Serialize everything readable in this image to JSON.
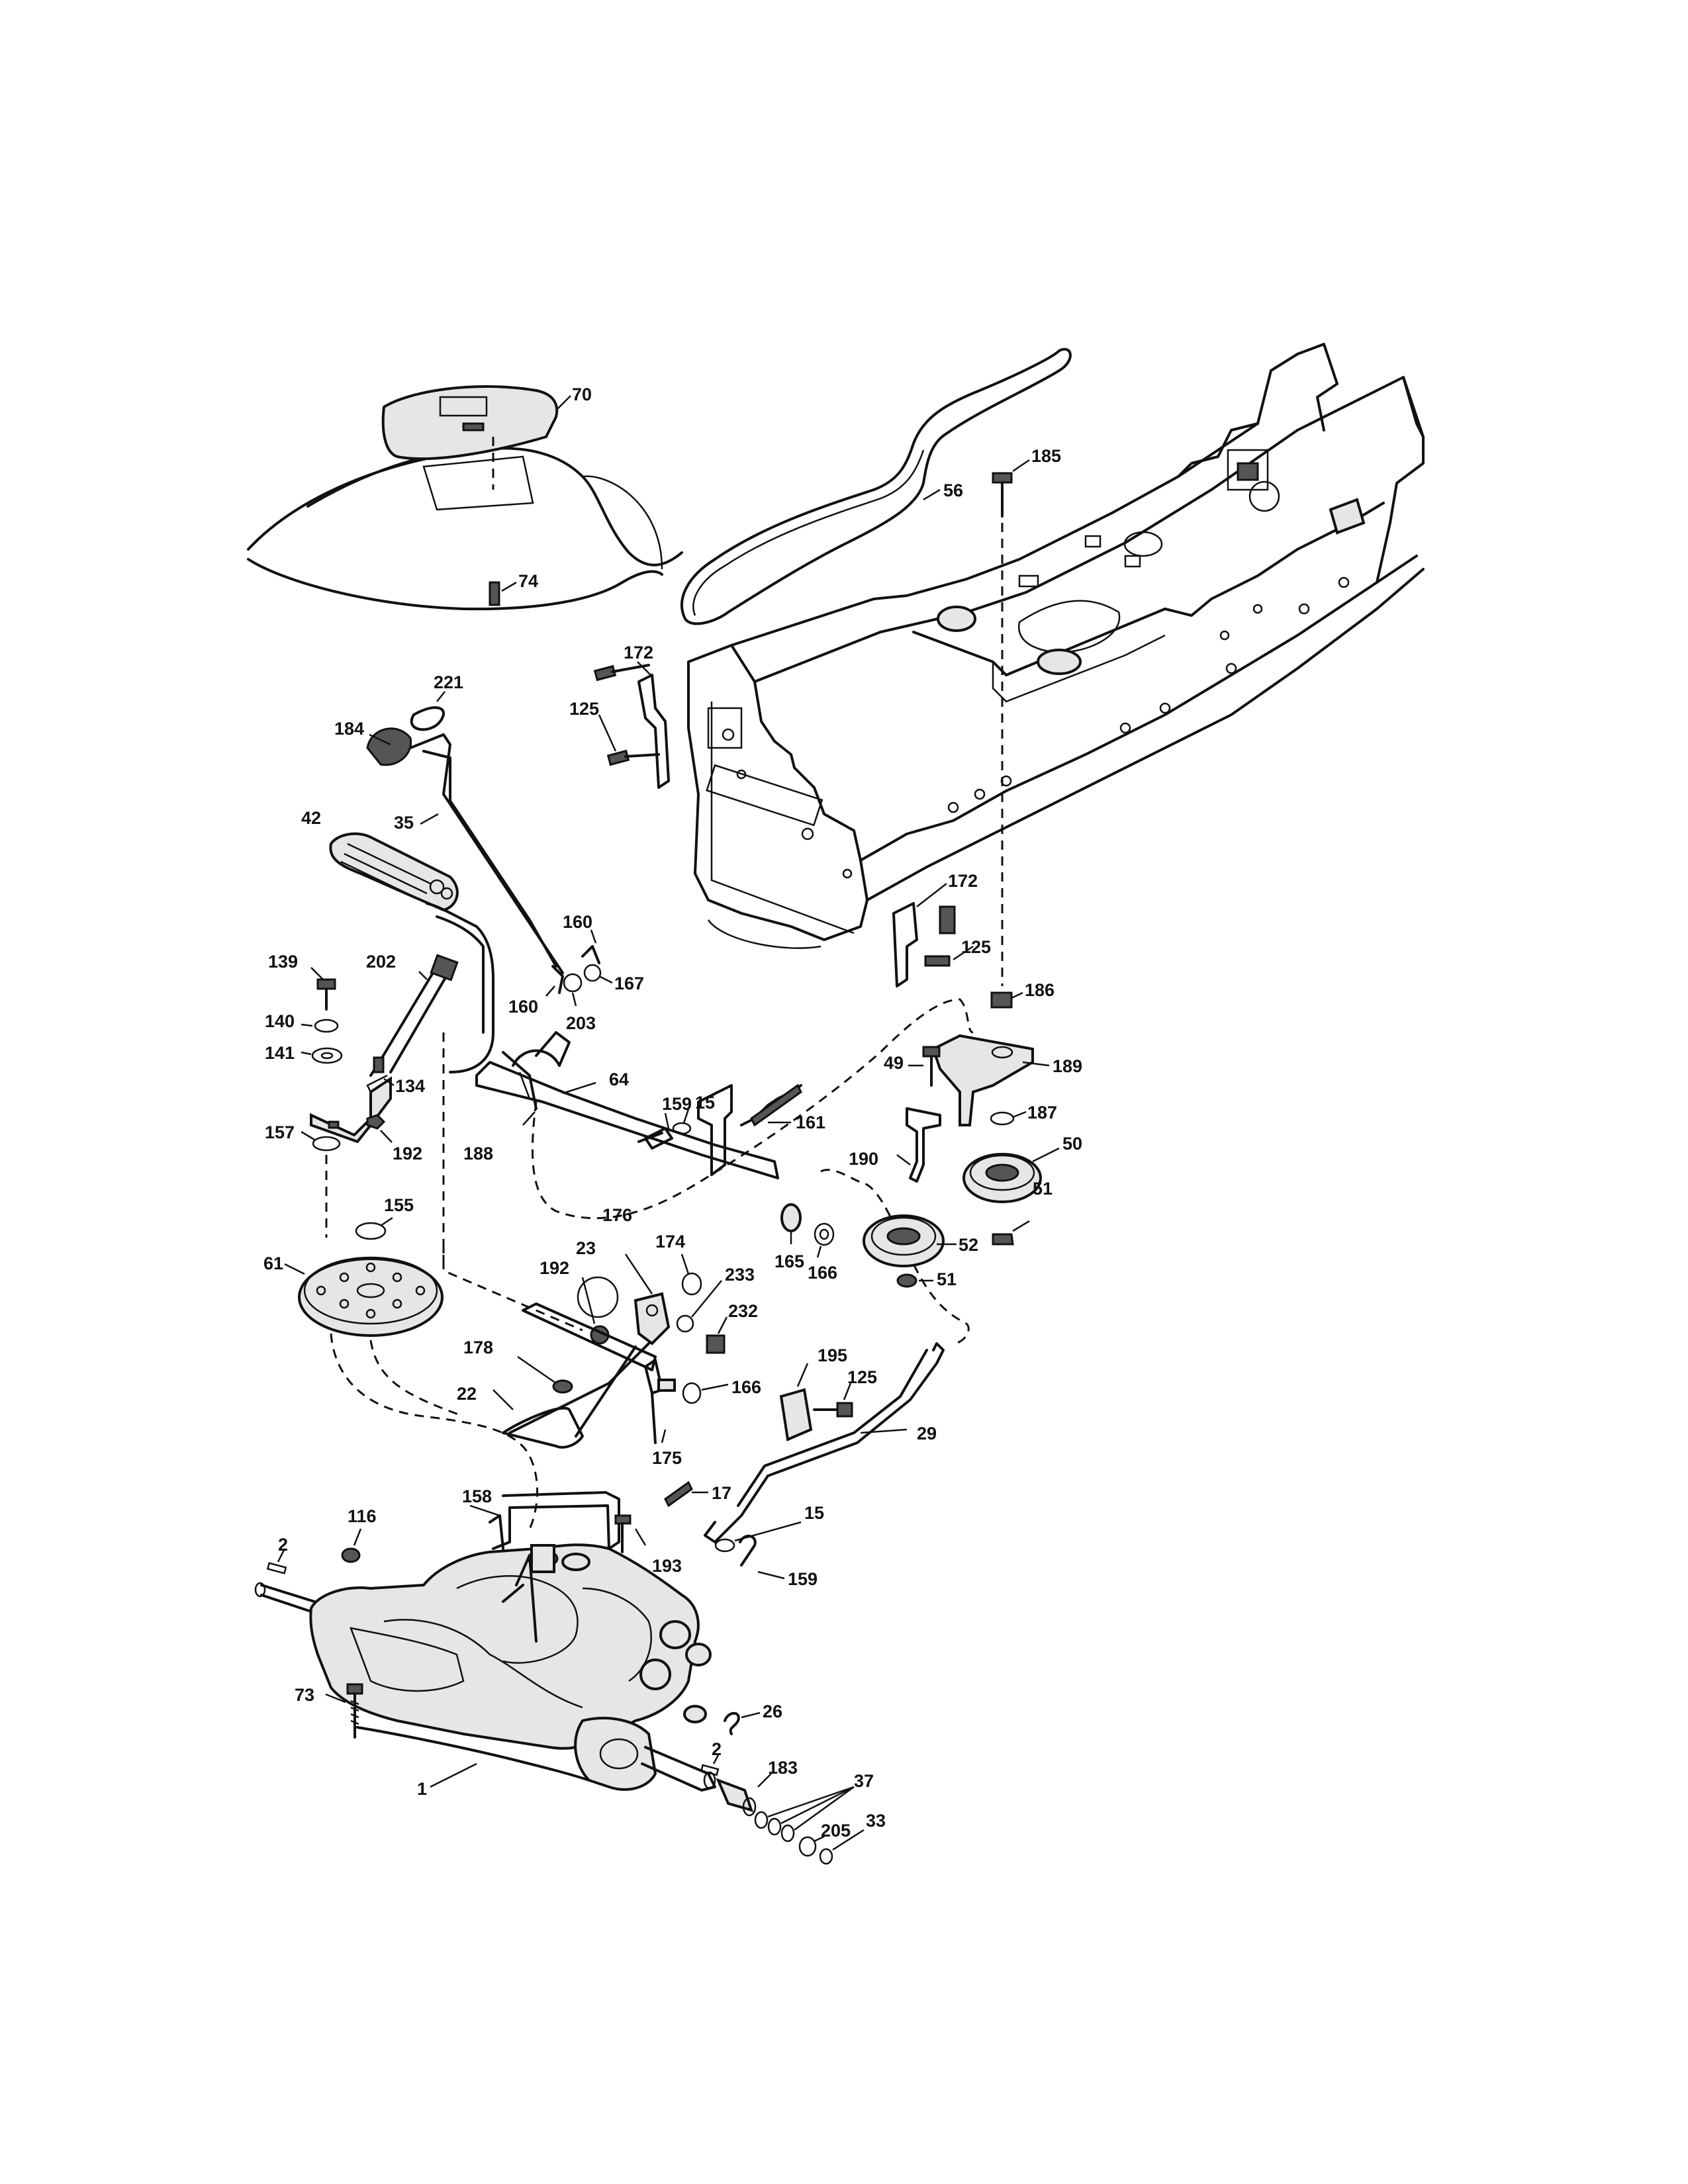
{
  "diagram": {
    "callouts": [
      {
        "id": "c70",
        "text": "70"
      },
      {
        "id": "c56",
        "text": "56"
      },
      {
        "id": "c185",
        "text": "185"
      },
      {
        "id": "c74",
        "text": "74"
      },
      {
        "id": "c172a",
        "text": "172"
      },
      {
        "id": "c221",
        "text": "221"
      },
      {
        "id": "c125a",
        "text": "125"
      },
      {
        "id": "c184",
        "text": "184"
      },
      {
        "id": "c35",
        "text": "35"
      },
      {
        "id": "c42",
        "text": "42"
      },
      {
        "id": "c172b",
        "text": "172"
      },
      {
        "id": "c125b",
        "text": "125"
      },
      {
        "id": "c160a",
        "text": "160"
      },
      {
        "id": "c139",
        "text": "139"
      },
      {
        "id": "c202",
        "text": "202"
      },
      {
        "id": "c160b",
        "text": "160"
      },
      {
        "id": "c167",
        "text": "167"
      },
      {
        "id": "c140",
        "text": "140"
      },
      {
        "id": "c203",
        "text": "203"
      },
      {
        "id": "c186",
        "text": "186"
      },
      {
        "id": "c141",
        "text": "141"
      },
      {
        "id": "c134",
        "text": "134"
      },
      {
        "id": "c64",
        "text": "64"
      },
      {
        "id": "c159a",
        "text": "159"
      },
      {
        "id": "c15a",
        "text": "15"
      },
      {
        "id": "c49",
        "text": "49"
      },
      {
        "id": "c189",
        "text": "189"
      },
      {
        "id": "c157",
        "text": "157"
      },
      {
        "id": "c187",
        "text": "187"
      },
      {
        "id": "c192a",
        "text": "192"
      },
      {
        "id": "c188",
        "text": "188"
      },
      {
        "id": "c161",
        "text": "161"
      },
      {
        "id": "c50",
        "text": "50"
      },
      {
        "id": "c190",
        "text": "190"
      },
      {
        "id": "c51a",
        "text": "51"
      },
      {
        "id": "c155",
        "text": "155"
      },
      {
        "id": "c176",
        "text": "176"
      },
      {
        "id": "c52",
        "text": "52"
      },
      {
        "id": "c23",
        "text": "23"
      },
      {
        "id": "c174",
        "text": "174"
      },
      {
        "id": "c165",
        "text": "165"
      },
      {
        "id": "c166a",
        "text": "166"
      },
      {
        "id": "c61",
        "text": "61"
      },
      {
        "id": "c192b",
        "text": "192"
      },
      {
        "id": "c51b",
        "text": "51"
      },
      {
        "id": "c233",
        "text": "233"
      },
      {
        "id": "c232",
        "text": "232"
      },
      {
        "id": "c178",
        "text": "178"
      },
      {
        "id": "c195",
        "text": "195"
      },
      {
        "id": "c125c",
        "text": "125"
      },
      {
        "id": "c166b",
        "text": "166"
      },
      {
        "id": "c22",
        "text": "22"
      },
      {
        "id": "c29",
        "text": "29"
      },
      {
        "id": "c175",
        "text": "175"
      },
      {
        "id": "c17",
        "text": "17"
      },
      {
        "id": "c158",
        "text": "158"
      },
      {
        "id": "c116",
        "text": "116"
      },
      {
        "id": "c15b",
        "text": "15"
      },
      {
        "id": "c2a",
        "text": "2"
      },
      {
        "id": "c193",
        "text": "193"
      },
      {
        "id": "c159b",
        "text": "159"
      },
      {
        "id": "c73",
        "text": "73"
      },
      {
        "id": "c26",
        "text": "26"
      },
      {
        "id": "c2b",
        "text": "2"
      },
      {
        "id": "c183",
        "text": "183"
      },
      {
        "id": "c1",
        "text": "1"
      },
      {
        "id": "c37",
        "text": "37"
      },
      {
        "id": "c205",
        "text": "205"
      },
      {
        "id": "c33",
        "text": "33"
      }
    ]
  }
}
